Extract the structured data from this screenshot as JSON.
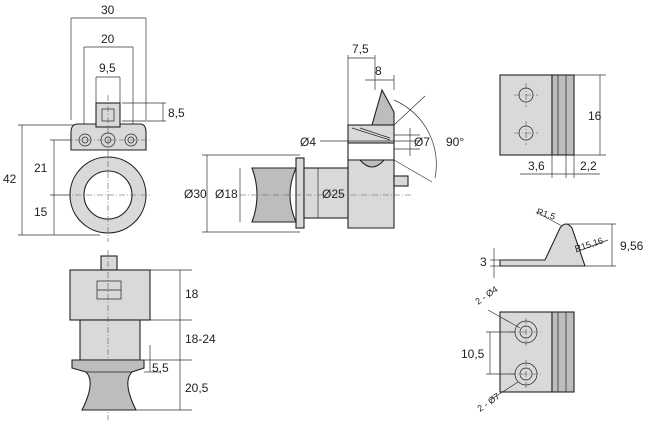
{
  "dimensions": {
    "front_width_30": "30",
    "front_width_20": "20",
    "front_width_9_5": "9,5",
    "front_8_5": "8,5",
    "front_height_42": "42",
    "front_21": "21",
    "front_15": "15",
    "side_7_5": "7,5",
    "side_8": "8",
    "side_d4": "Ø4",
    "side_d7": "Ø7",
    "side_angle": "90°",
    "side_d30": "Ø30",
    "side_d18": "Ø18",
    "side_d25": "Ø25",
    "bottom_18": "18",
    "bottom_18_24": "18-24",
    "bottom_5_5": "5,5",
    "bottom_20_5": "20,5",
    "strike_16": "16",
    "strike_3_6": "3,6",
    "strike_2_2": "2,2",
    "profile_r1_5": "R1,5",
    "profile_r15_16": "R15,16",
    "profile_9_56": "9,56",
    "profile_3": "3",
    "holes_2_d4": "2 - Ø4",
    "holes_10_5": "10,5",
    "holes_2_d7": "2 - Ø7"
  }
}
